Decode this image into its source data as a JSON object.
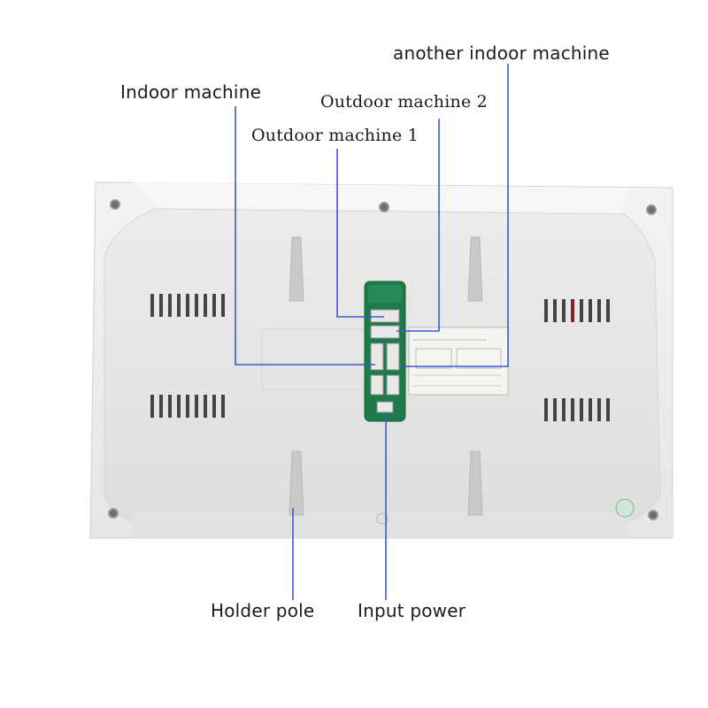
{
  "labels": {
    "another_indoor": "another indoor machine",
    "indoor": "Indoor machine",
    "outdoor2": "Outdoor machine 2",
    "outdoor1": "Outdoor machine 1",
    "holder": "Holder pole",
    "power": "Input power"
  },
  "colors": {
    "leader": "#3a5bd0",
    "panel": "#eeeeed",
    "panel_edge": "#dcdcdc",
    "board": "#1f7a4a"
  }
}
